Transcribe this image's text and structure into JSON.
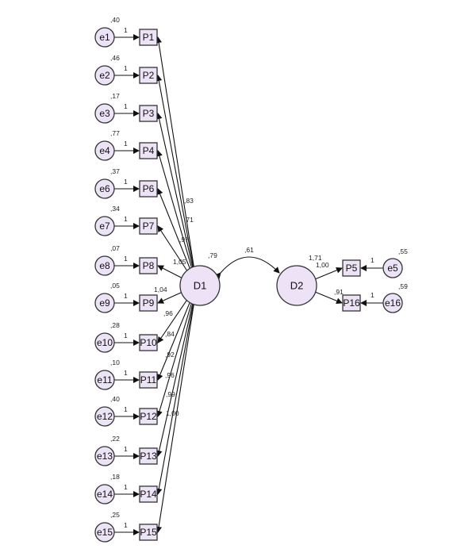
{
  "latent": [
    {
      "id": "D1",
      "label": "D1",
      "variance": ",79"
    },
    {
      "id": "D2",
      "label": "D2",
      "variance": ""
    }
  ],
  "covariance": {
    "from": "D1",
    "to": "D2",
    "label": ",61"
  },
  "d1_items": [
    {
      "p": "P1",
      "e": "e1",
      "err_var": ",40",
      "fix": "1",
      "loading": ""
    },
    {
      "p": "P2",
      "e": "e2",
      "err_var": ",46",
      "fix": "1",
      "loading": ""
    },
    {
      "p": "P3",
      "e": "e3",
      "err_var": ",17",
      "fix": "1",
      "loading": ""
    },
    {
      "p": "P4",
      "e": "e4",
      "err_var": ",77",
      "fix": "1",
      "loading": ",83"
    },
    {
      "p": "P6",
      "e": "e6",
      "err_var": ",37",
      "fix": "1",
      "loading": ",71"
    },
    {
      "p": "P7",
      "e": "e7",
      "err_var": ",34",
      "fix": "1",
      "loading": ",97"
    },
    {
      "p": "P8",
      "e": "e8",
      "err_var": ",07",
      "fix": "1",
      "loading": "1,05"
    },
    {
      "p": "P9",
      "e": "e9",
      "err_var": ",05",
      "fix": "1",
      "loading": "1,04"
    },
    {
      "p": "P10",
      "e": "e10",
      "err_var": ",28",
      "fix": "1",
      "loading": ",96"
    },
    {
      "p": "P11",
      "e": "e11",
      "err_var": ",10",
      "fix": "1",
      "loading": ",84"
    },
    {
      "p": "P12",
      "e": "e12",
      "err_var": ",40",
      "fix": "1",
      "loading": ",92"
    },
    {
      "p": "P13",
      "e": "e13",
      "err_var": ",22",
      "fix": "1",
      "loading": ",96"
    },
    {
      "p": "P14",
      "e": "e14",
      "err_var": ",18",
      "fix": "1",
      "loading": ",99"
    },
    {
      "p": "P15",
      "e": "e15",
      "err_var": ",25",
      "fix": "1",
      "loading": "1,00"
    }
  ],
  "d2_items": [
    {
      "p": "P5",
      "e": "e5",
      "err_var": ",55",
      "fix": "1",
      "loading": "1,71"
    },
    {
      "p": "P16",
      "e": "e16",
      "err_var": ",59",
      "fix": "1",
      "loading": ",91"
    }
  ],
  "d2_fixed_loading": "1,00"
}
